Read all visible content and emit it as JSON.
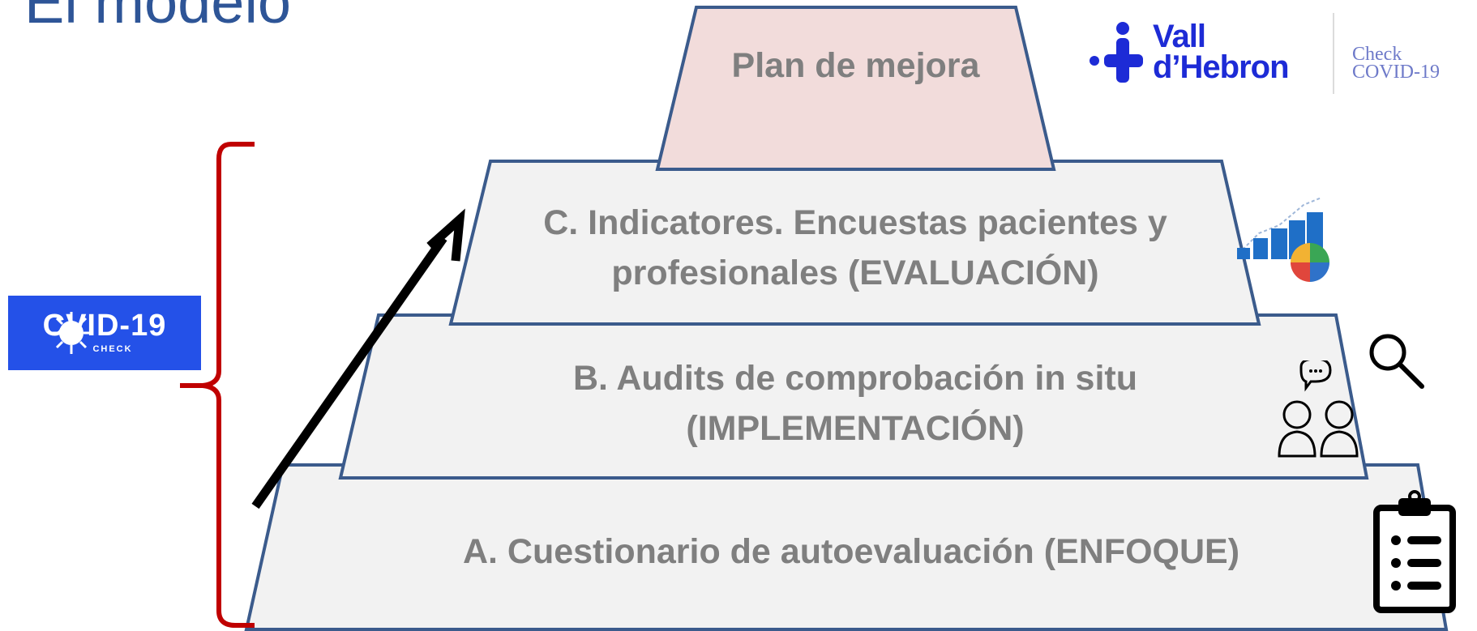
{
  "title": "El modelo",
  "pyramid": {
    "top": "Plan de mejora",
    "level_c": [
      "C. Indicatores. Encuestas pacientes y",
      "profesionales (EVALUACIÓN)"
    ],
    "level_b": [
      "B. Audits de comprobación in situ",
      "(IMPLEMENTACIÓN)"
    ],
    "level_a": "A. Cuestionario de autoevaluación (ENFOQUE)"
  },
  "badge": {
    "main": "CVID-19",
    "sub": "CHECK"
  },
  "logo": {
    "line1": "Vall",
    "line2": "d’Hebron",
    "check1": "Check",
    "check2": "COVID-19"
  },
  "colors": {
    "tier_fill": "#f2f2f2",
    "tier_border": "#3b5b8c",
    "top_fill": "#f2dcdb",
    "text": "#7f7f7f",
    "bracket": "#c00000",
    "badge_bg": "#2451e8",
    "logo_blue": "#1d2bd6"
  },
  "icons": [
    "bar-chart-pie-icon",
    "magnifier-icon",
    "people-talking-icon",
    "clipboard-list-icon",
    "arrow-icon"
  ]
}
